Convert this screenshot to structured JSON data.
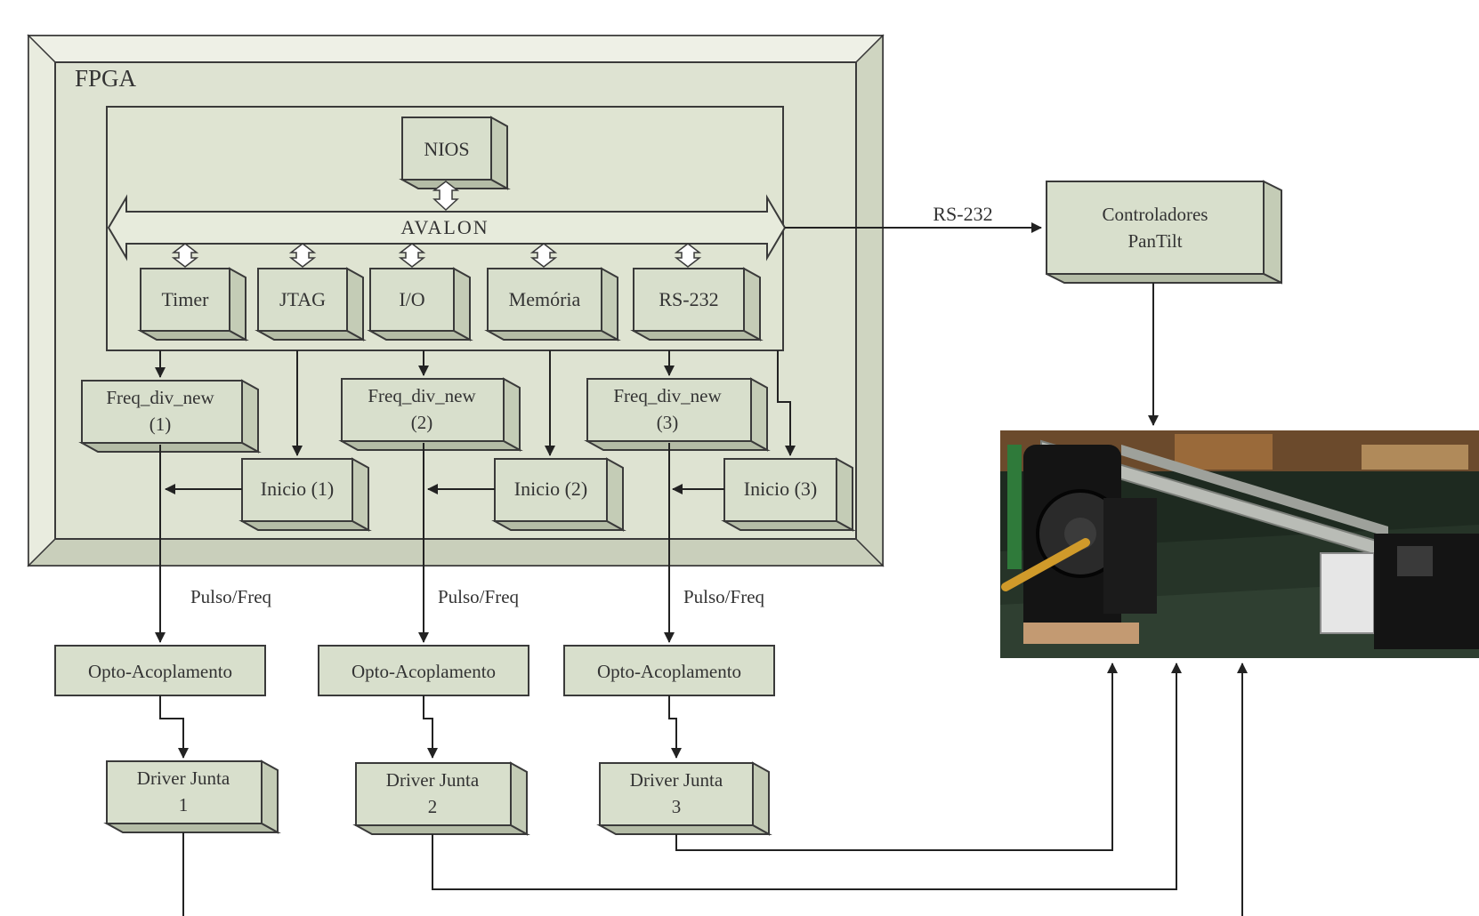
{
  "fpga": {
    "title": "FPGA"
  },
  "nios": {
    "label": "NIOS"
  },
  "bus": {
    "label": "AVALON"
  },
  "peripherals": [
    "Timer",
    "JTAG",
    "I/O",
    "Memória",
    "RS-232"
  ],
  "freq_div": [
    {
      "line1": "Freq_div_new",
      "line2": "(1)"
    },
    {
      "line1": "Freq_div_new",
      "line2": "(2)"
    },
    {
      "line1": "Freq_div_new",
      "line2": "(3)"
    }
  ],
  "inicio": [
    "Inicio (1)",
    "Inicio (2)",
    "Inicio (3)"
  ],
  "pulse_labels": [
    "Pulso/Freq",
    "Pulso/Freq",
    "Pulso/Freq"
  ],
  "opto": [
    "Opto-Acoplamento",
    "Opto-Acoplamento",
    "Opto-Acoplamento"
  ],
  "drivers": [
    {
      "line1": "Driver Junta",
      "line2": "1"
    },
    {
      "line1": "Driver Junta",
      "line2": "2"
    },
    {
      "line1": "Driver Junta",
      "line2": "3"
    }
  ],
  "link": {
    "label": "RS-232"
  },
  "pantilt": {
    "line1": "Controladores",
    "line2": "PanTilt"
  },
  "colors": {
    "box_fill": "#d8dfcc",
    "outer_fill": "#e3e7d8",
    "line": "#222222"
  }
}
